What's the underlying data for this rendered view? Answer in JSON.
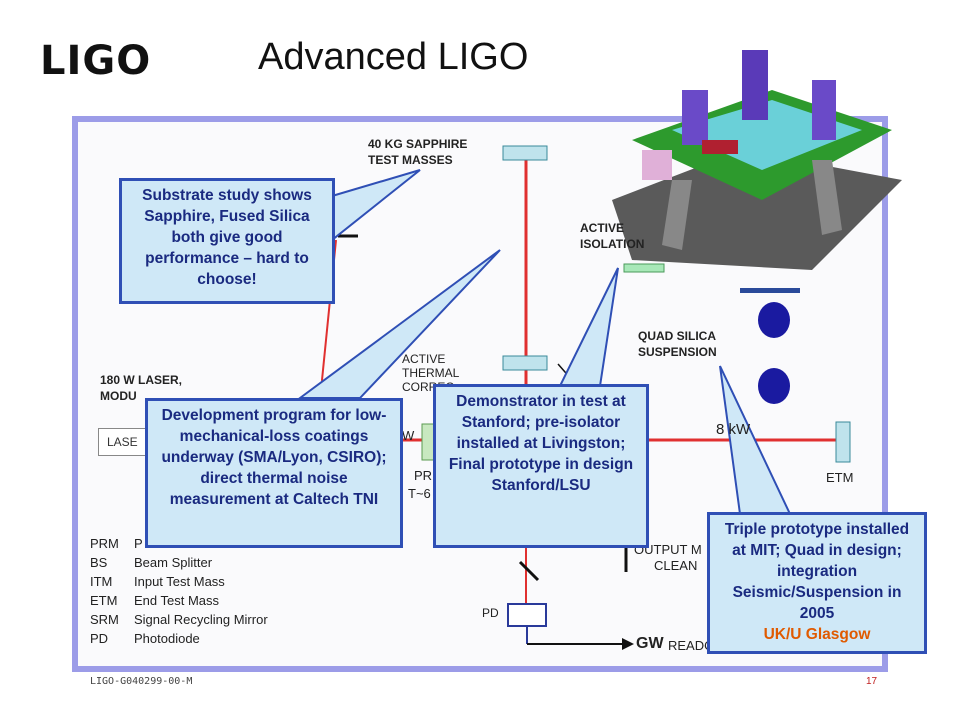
{
  "header": {
    "logo": "LIGO",
    "title": "Advanced LIGO"
  },
  "labels": {
    "test_masses": "40 KG SAPPHIRE TEST MASSES",
    "active_isolation": "ACTIVE ISOLATION",
    "quad_suspension": "QUAD SILICA SUSPENSION",
    "laser": "180 W LASER, MODU",
    "laser_box": "LASE",
    "active_thermal": "ACTIVE THERMAL CORREC",
    "power_arm": "8",
    "power_kw": "kW",
    "prm_box": "PR",
    "prm_temp": "T~6",
    "etm": "ETM",
    "output": "OUTPUT M",
    "cleaner": "CLEAN",
    "pd": "PD",
    "gw": "GW",
    "readout": "READO",
    "w_unit": "W"
  },
  "legend": [
    {
      "key": "PRM",
      "value": "P"
    },
    {
      "key": "BS",
      "value": "Beam Splitter"
    },
    {
      "key": "ITM",
      "value": "Input Test Mass"
    },
    {
      "key": "ETM",
      "value": "End Test Mass"
    },
    {
      "key": "SRM",
      "value": "Signal Recycling Mirror"
    },
    {
      "key": "PD",
      "value": "Photodiode"
    }
  ],
  "callouts": {
    "substrate": "Substrate study shows Sapphire, Fused Silica both give good performance – hard to choose!",
    "coatings": "Development program for low-mechanical-loss coatings underway (SMA/Lyon, CSIRO); direct thermal noise measurement at Caltech TNI",
    "demonstrator": "Demonstrator in test at Stanford; pre-isolator installed at Livingston; Final prototype in design",
    "demonstrator_org": "Stanford/LSU",
    "triple": "Triple prototype installed at MIT; Quad in design; integration Seismic/Suspension in 2005",
    "triple_org": "UK/U Glasgow"
  },
  "footer": {
    "doc_id": "LIGO-G040299-00-M",
    "page": "17"
  },
  "colors": {
    "callout_fill": "#cfe8f7",
    "callout_border": "#2f4fb5",
    "callout_text": "#1a2a80",
    "highlight": "#e05a00",
    "beam": "#e03030",
    "frame": "#9c9ce8"
  }
}
